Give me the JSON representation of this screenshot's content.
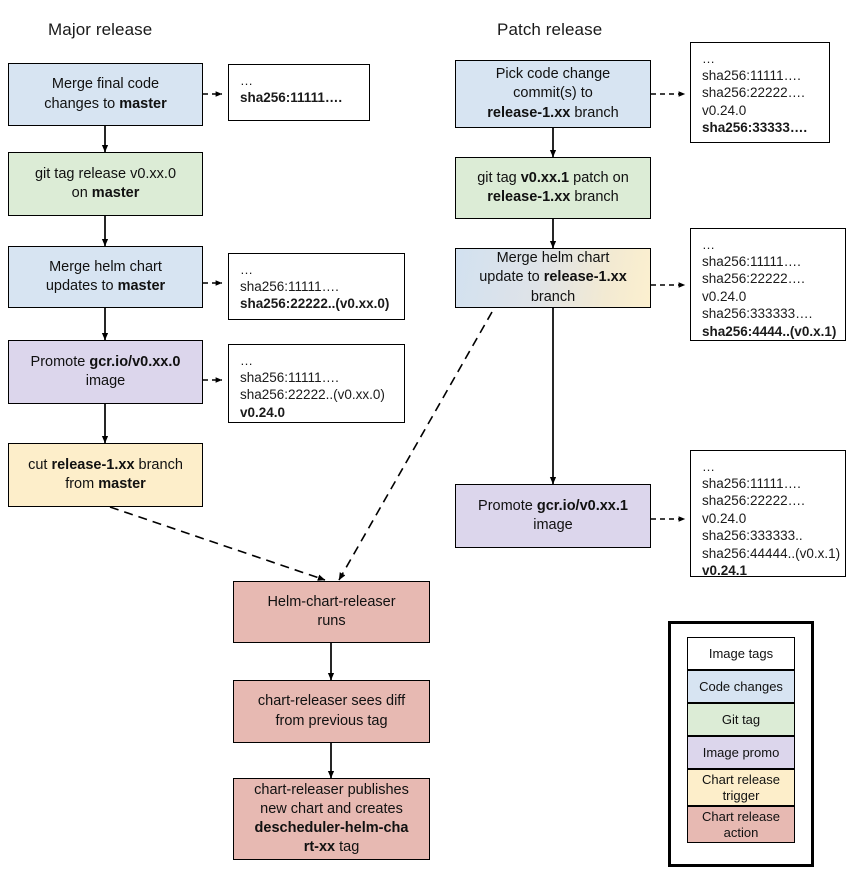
{
  "columns": {
    "major_title": "Major release",
    "patch_title": "Patch release"
  },
  "palette": {
    "code_changes": "#d7e4f2",
    "git_tag": "#dcecd6",
    "image_promo": "#dcd6ec",
    "chart_release_trigger": "#fdeeca",
    "chart_release_action": "#e7b9b2",
    "image_tags": "#ffffff",
    "stroke": "#000000"
  },
  "major": {
    "nodes": [
      {
        "id": "merge-final-code",
        "kind": "code-changes",
        "lines": [
          {
            "text": "Merge final code"
          },
          {
            "parts": [
              {
                "t": "changes to "
              },
              {
                "t": "master",
                "bold": true
              }
            ]
          }
        ]
      },
      {
        "id": "git-tag-release",
        "kind": "git-tag",
        "lines": [
          {
            "text": "git tag release v0.xx.0"
          },
          {
            "parts": [
              {
                "t": "on "
              },
              {
                "t": "master",
                "bold": true
              }
            ]
          }
        ]
      },
      {
        "id": "merge-helm-chart",
        "kind": "code-changes",
        "lines": [
          {
            "text": "Merge helm chart"
          },
          {
            "parts": [
              {
                "t": "updates to "
              },
              {
                "t": "master",
                "bold": true
              }
            ]
          }
        ]
      },
      {
        "id": "promote-image",
        "kind": "image-promo",
        "lines": [
          {
            "parts": [
              {
                "t": "Promote "
              },
              {
                "t": "gcr.io/v0.xx.0",
                "bold": true
              }
            ]
          },
          {
            "text": "image"
          }
        ]
      },
      {
        "id": "cut-release-branch",
        "kind": "chart-release-trigger",
        "lines": [
          {
            "parts": [
              {
                "t": "cut "
              },
              {
                "t": "release-1.xx",
                "bold": true
              },
              {
                "t": " branch"
              }
            ]
          },
          {
            "parts": [
              {
                "t": "from "
              },
              {
                "t": "master",
                "bold": true
              }
            ]
          }
        ]
      }
    ],
    "tagboxes": [
      {
        "id": "tags-after-merge-final",
        "lines": [
          {
            "text": "…",
            "dots": true
          },
          {
            "text": "sha256:11111….",
            "bold": true
          }
        ]
      },
      {
        "id": "tags-after-helm-merge",
        "lines": [
          {
            "text": "…",
            "dots": true
          },
          {
            "text": "sha256:11111…."
          },
          {
            "text": "sha256:22222..(v0.xx.0)",
            "bold": true
          }
        ]
      },
      {
        "id": "tags-after-promote",
        "lines": [
          {
            "text": "…",
            "dots": true
          },
          {
            "text": "sha256:11111…."
          },
          {
            "text": "sha256:22222..(v0.xx.0)"
          },
          {
            "text": "v0.24.0",
            "bold": true
          }
        ]
      }
    ]
  },
  "patch": {
    "nodes": [
      {
        "id": "pick-commits",
        "kind": "code-changes",
        "lines": [
          {
            "text": "Pick code change"
          },
          {
            "text": "commit(s) to"
          },
          {
            "parts": [
              {
                "t": "release-1.xx",
                "bold": true
              },
              {
                "t": " branch"
              }
            ]
          }
        ]
      },
      {
        "id": "git-tag-patch",
        "kind": "git-tag",
        "lines": [
          {
            "parts": [
              {
                "t": "git tag "
              },
              {
                "t": "v0.xx.1",
                "bold": true
              },
              {
                "t": " patch on"
              }
            ]
          },
          {
            "parts": [
              {
                "t": "release-1.xx",
                "bold": true
              },
              {
                "t": " branch"
              }
            ]
          }
        ]
      },
      {
        "id": "merge-helm-chart-patch",
        "kind": "gradient-code-to-trigger",
        "lines": [
          {
            "text": "Merge helm chart"
          },
          {
            "parts": [
              {
                "t": "update to "
              },
              {
                "t": "release-1.xx",
                "bold": true
              }
            ]
          },
          {
            "text": "branch"
          }
        ]
      },
      {
        "id": "promote-image-patch",
        "kind": "image-promo",
        "lines": [
          {
            "parts": [
              {
                "t": "Promote "
              },
              {
                "t": "gcr.io/v0.xx.1",
                "bold": true
              }
            ]
          },
          {
            "text": "image"
          }
        ]
      }
    ],
    "tagboxes": [
      {
        "id": "tags-after-pick",
        "lines": [
          {
            "text": "…",
            "dots": true
          },
          {
            "text": "sha256:11111…."
          },
          {
            "text": "sha256:22222…."
          },
          {
            "text": "v0.24.0"
          },
          {
            "text": "sha256:33333….",
            "bold": true
          }
        ]
      },
      {
        "id": "tags-after-helm-merge-patch",
        "lines": [
          {
            "text": "…",
            "dots": true
          },
          {
            "text": "sha256:11111…."
          },
          {
            "text": "sha256:22222…."
          },
          {
            "text": "v0.24.0"
          },
          {
            "text": "sha256:333333…."
          },
          {
            "text": "sha256:4444..(v0.x.1)",
            "bold": true
          }
        ]
      },
      {
        "id": "tags-after-promote-patch",
        "lines": [
          {
            "text": "…",
            "dots": true
          },
          {
            "text": "sha256:11111…."
          },
          {
            "text": "sha256:22222…."
          },
          {
            "text": "v0.24.0"
          },
          {
            "text": "sha256:333333.."
          },
          {
            "text": "sha256:44444..(v0.x.1)"
          },
          {
            "text": "v0.24.1",
            "bold": true
          }
        ]
      }
    ]
  },
  "center": {
    "nodes": [
      {
        "id": "helm-chart-releaser-runs",
        "kind": "chart-release-action",
        "lines": [
          {
            "text": "Helm-chart-releaser"
          },
          {
            "text": "runs"
          }
        ]
      },
      {
        "id": "chart-releaser-sees-diff",
        "kind": "chart-release-action",
        "lines": [
          {
            "text": "chart-releaser sees diff"
          },
          {
            "text": "from previous tag"
          }
        ]
      },
      {
        "id": "chart-releaser-publishes",
        "kind": "chart-release-action",
        "lines": [
          {
            "text": "chart-releaser publishes"
          },
          {
            "text": "new chart and creates"
          },
          {
            "parts": [
              {
                "t": "descheduler-helm-cha",
                "bold": true
              }
            ]
          },
          {
            "parts": [
              {
                "t": "rt-xx",
                "bold": true
              },
              {
                "t": " tag"
              }
            ]
          }
        ]
      }
    ]
  },
  "legend": {
    "items": [
      {
        "label": "Image tags",
        "kind": "image-tags"
      },
      {
        "label": "Code changes",
        "kind": "code-changes"
      },
      {
        "label": "Git tag",
        "kind": "git-tag"
      },
      {
        "label": "Image promo",
        "kind": "image-promo"
      },
      {
        "label": "Chart release trigger",
        "kind": "chart-release-trigger"
      },
      {
        "label": "Chart release action",
        "kind": "chart-release-action"
      }
    ]
  }
}
